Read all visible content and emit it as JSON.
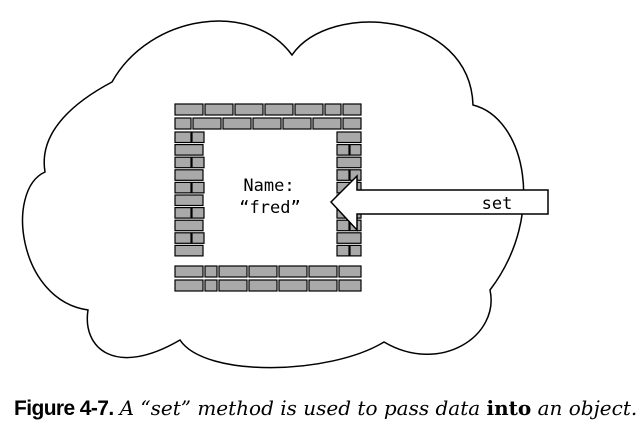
{
  "diagram": {
    "field_name": "Name:",
    "field_value": "“fred”",
    "arrow_label": "set"
  },
  "caption": {
    "label": "Figure 4-7.",
    "text_before": "A “set” method is used to pass data ",
    "bold_word": "into",
    "text_after": " an object."
  },
  "colors": {
    "brick_fill": "#a9a9a9",
    "stroke": "#000000",
    "background": "#ffffff"
  }
}
